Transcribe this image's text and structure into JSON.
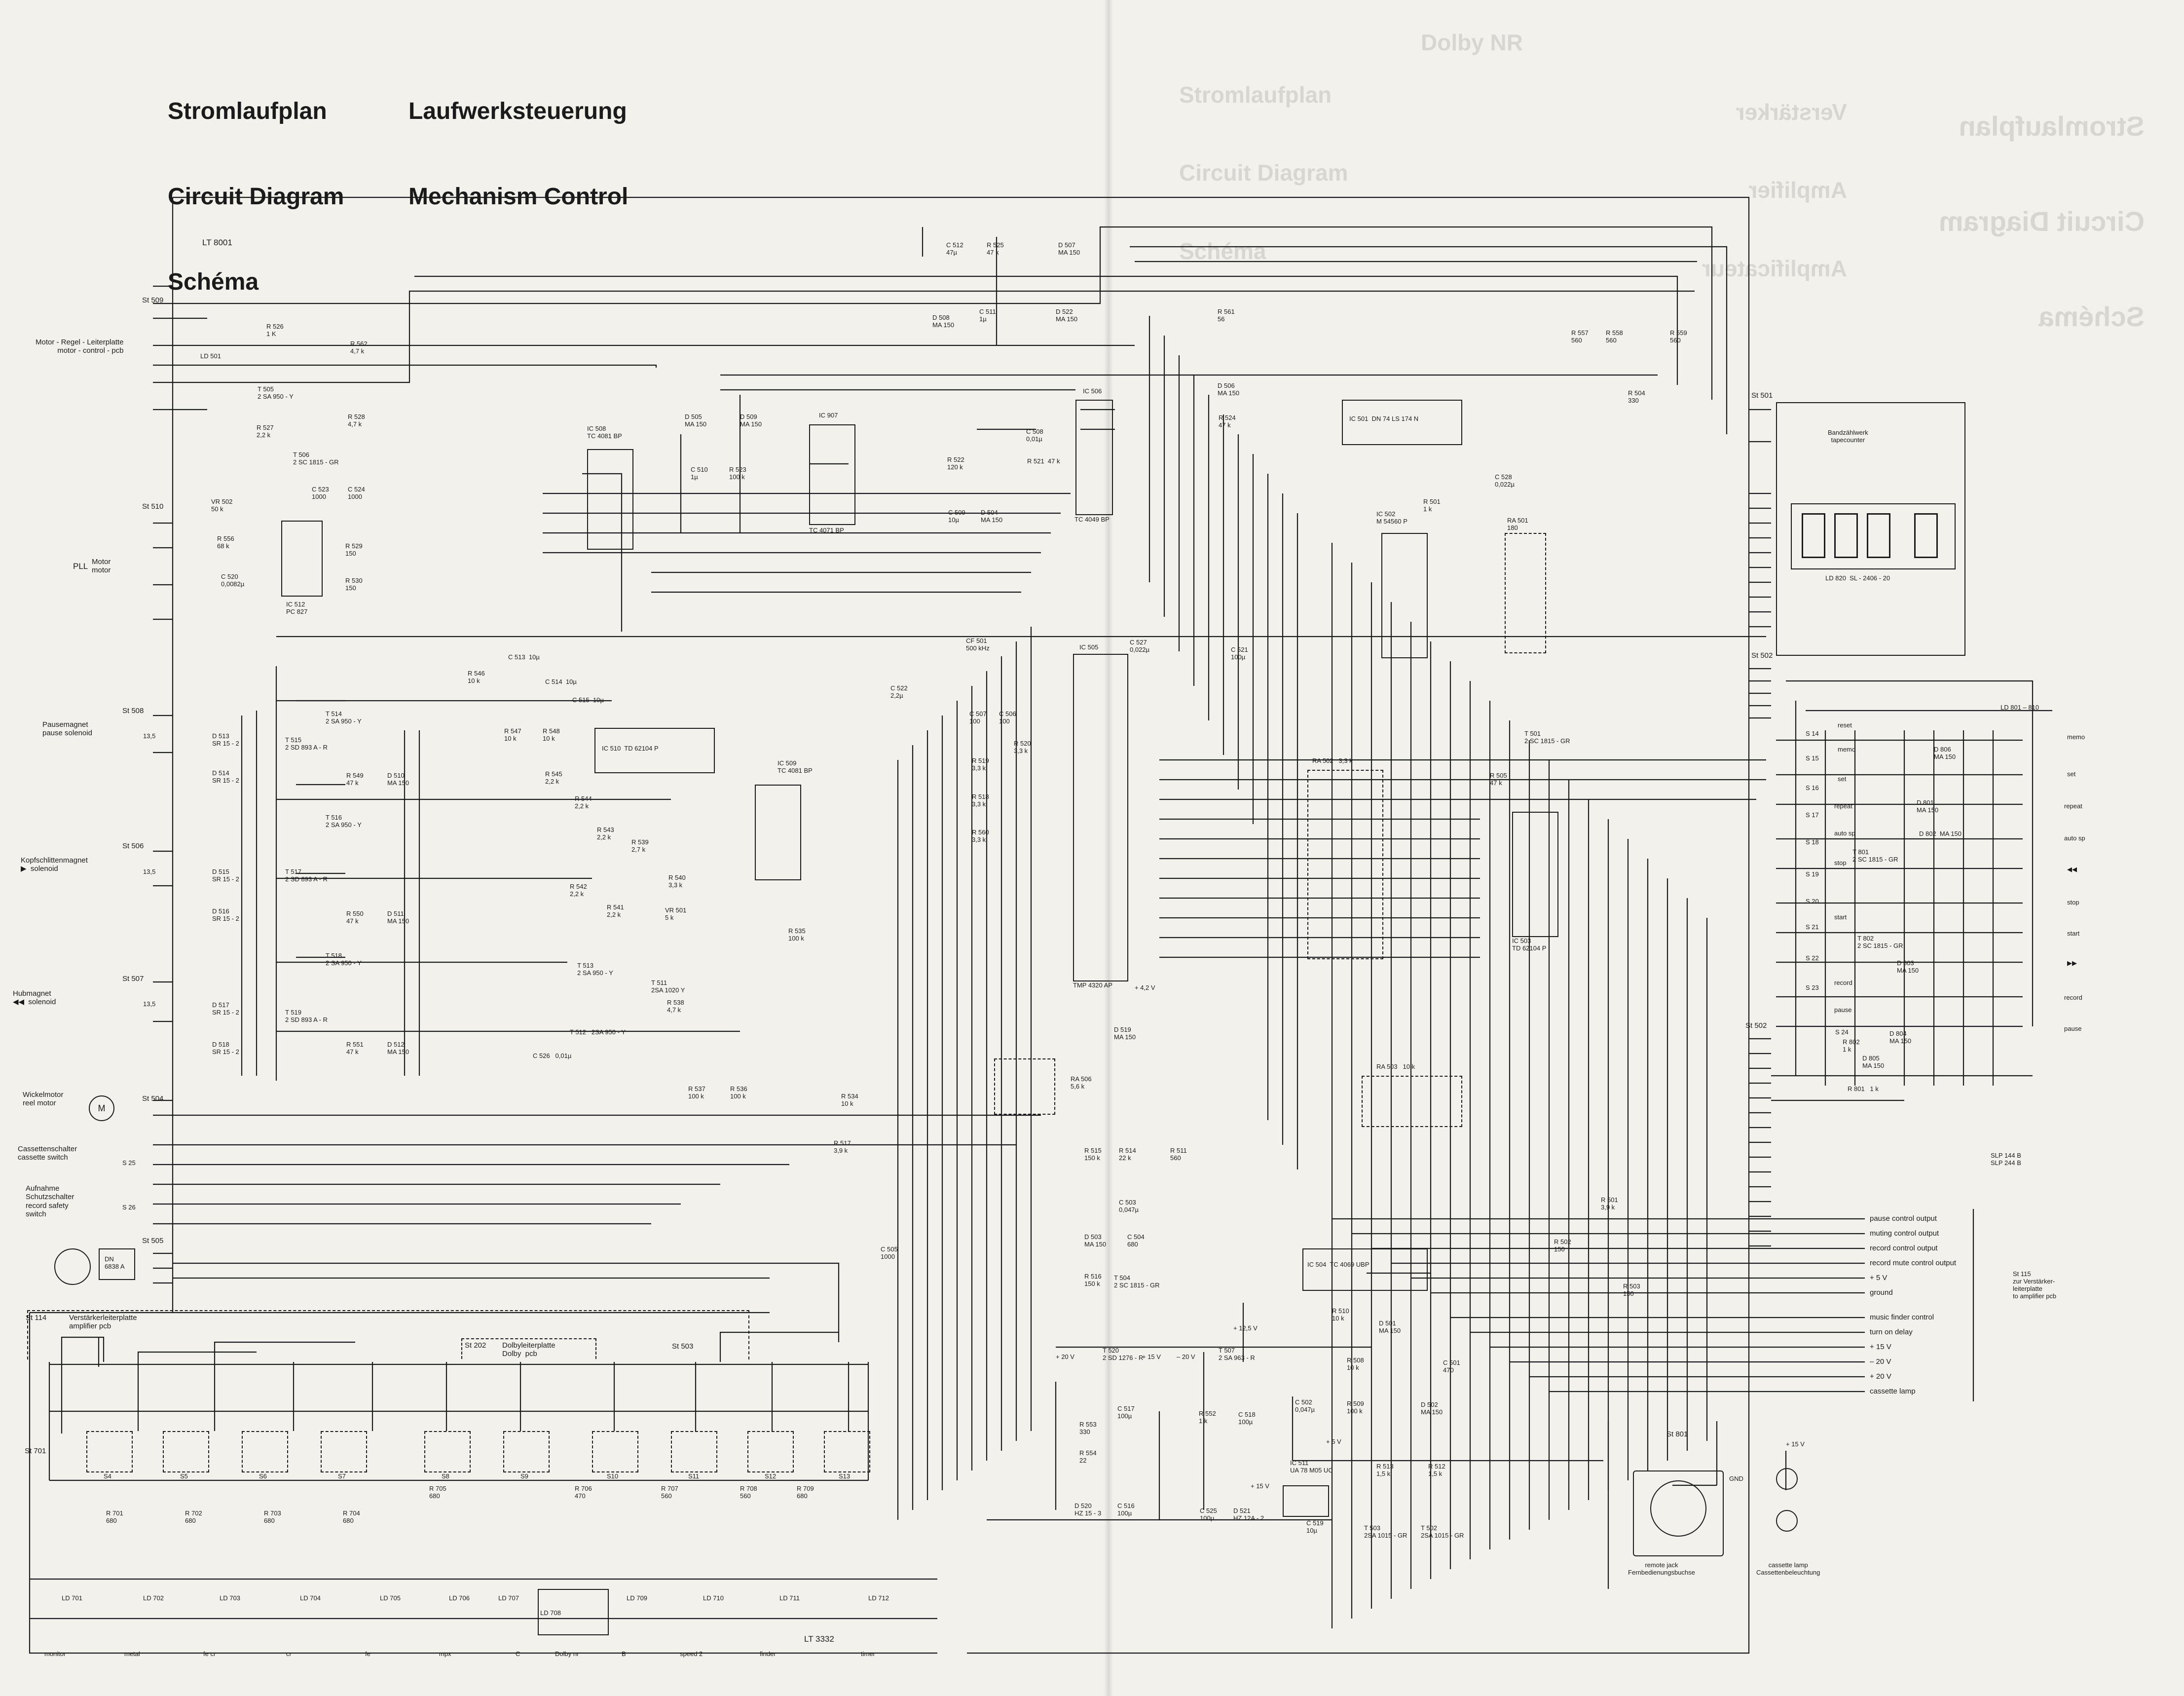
{
  "left_titles": [
    "Stromlaufplan",
    "Circuit Diagram",
    "Schéma"
  ],
  "left_subtitles": [
    "Laufwerksteuerung",
    "Mechanism Control"
  ],
  "right_titles": [
    "Stromlaufplan",
    "Circuit Diagram",
    "Schéma"
  ],
  "right_mid": [
    "Verstärker",
    "Amplifier",
    "Amplificateur"
  ],
  "right_faint": [
    "Stromlaufplan",
    "Circuit Diagram",
    "Schéma"
  ],
  "right_dolby": "Dolby NR",
  "board_main": "LT 8001",
  "board_leds": "LT 3332",
  "connectors": {
    "st509": "St 509",
    "st510": "St 510",
    "st508": "St 508",
    "st506": "St 506",
    "st507": "St 507",
    "st504": "St 504",
    "st505": "St 505",
    "st501": "St 501",
    "st502a": "St 502",
    "st502b": "St 502",
    "st503": "St 503",
    "st701": "St 701",
    "st801": "St 801",
    "st114": "St 114",
    "st202": "St 202",
    "st115": "St 115"
  },
  "left_labels": {
    "motor_pcb": "Motor - Regel - Leiterplatte\nmotor - control - pcb",
    "pll": "PLL",
    "motor": "Motor\nmotor",
    "pause": "Pausemagnet\npause solenoid",
    "kopf": "Kopfschlittenmagnet\n▶  solenoid",
    "hub": "Hubmagnet\n◀◀  solenoid",
    "wickel": "Wickelmotor\nreel motor",
    "cassette_sw": "Cassettenschalter\ncassette switch",
    "record_sw": "Aufnahme\nSchutzschalter\nrecord safety\nswitch",
    "amp_pcb": "Verstärkerleiterplatte\namplifier pcb",
    "dolby_pcb": "Dolbyleiterplatte\nDolby  pcb"
  },
  "ics": {
    "ic508": "IC 508\nTC 4081 BP",
    "ic907": "IC 907",
    "ic907b": "TC 4071 BP",
    "ic506": "IC 506",
    "ic506b": "TC 4049 BP",
    "ic501": "IC 501  DN 74 LS 174 N",
    "ic502": "IC 502\nM 54560 P",
    "ic512": "IC 512\nPC 827",
    "ic510": "IC 510  TD 62104 P",
    "ic509": "IC 509\nTC 4081 BP",
    "ic505": "IC 505",
    "ic505b": "TMP 4320 AP",
    "ic503": "IC 503\nTD 62104 P",
    "ic504": "IC 504  TC 4069 UBP",
    "ic511": "IC 511\nUA 78 M05 UC"
  },
  "tapecounter": "Bandzählwerk\ntapecounter",
  "ld820": "LD 820  SL - 2406 - 20",
  "ld801": "LD 801 – 810",
  "slp": "SLP 144 B\nSLP 244 B",
  "switch_labels": [
    "reset",
    "memo",
    "set",
    "repeat",
    "auto sp",
    "stop",
    "start",
    "record",
    "pause"
  ],
  "led_labels_right": [
    "memo",
    "set",
    "repeat",
    "auto sp",
    "◀◀",
    "stop",
    "start",
    "▶▶",
    "record",
    "pause"
  ],
  "outputs": [
    "pause control output",
    "muting control output",
    "record control output",
    "record mute control output",
    "+ 5 V",
    "ground"
  ],
  "outputs2": [
    "music finder control",
    "turn on delay",
    "+ 15 V",
    "– 20 V",
    "+ 20 V",
    "cassette lamp"
  ],
  "st115_label": "St 115\nzur Verstärker-\nleiterplatte\nto amplifier pcb",
  "remote": "remote jack\nFernbedienungsbuchse",
  "lamp": "cassette lamp\nCassettenbeleuchtung",
  "bottom_labels": [
    "monitor",
    "metal",
    "fe cr",
    "cr",
    "fe",
    "mpx",
    "C",
    "Dolby nr",
    "B",
    "speed 2",
    "finder",
    "timer"
  ],
  "switch_names": [
    "S4",
    "S5",
    "S6",
    "S7",
    "S8",
    "S9",
    "S10",
    "S11",
    "S12",
    "S13"
  ],
  "bottom_resistors": [
    "R 701\n680",
    "R 702\n680",
    "R 703\n680",
    "R 704\n680",
    "R 705\n680",
    "R 706\n470",
    "R 707\n560",
    "R 708\n560",
    "R 709\n680"
  ],
  "bottom_leds": [
    "LD 701",
    "LD 702",
    "LD 703",
    "LD 704",
    "LD 705",
    "LD 706",
    "LD 707",
    "LD 708",
    "LD 709",
    "LD 710",
    "LD 711",
    "LD 712"
  ],
  "components_top": {
    "c512": "C 512\n47µ",
    "r525": "R 525\n47 k",
    "d507": "D 507\nMA 150",
    "d508": "D 508\nMA 150",
    "c511": "C 511\n1µ",
    "d522": "D 522\nMA 150",
    "r561": "R 561\n56",
    "r557": "R 557\n560",
    "r558": "R 558\n560",
    "r559": "R 559\n560",
    "r504": "R 504\n330",
    "d506": "D 506\nMA 150",
    "r524": "R 524\n47 k",
    "d505": "D 505\nMA 150",
    "d509": "D 509\nMA 150",
    "c510": "C 510\n1µ",
    "r523": "R 523\n100 k",
    "r522": "R 522\n120 k",
    "c509": "C 509\n10µ",
    "d504": "D 504\nMA 150",
    "c508": "C 508\n0,01µ",
    "r521": "R 521  47 k",
    "c528": "C 528\n0,022µ",
    "r501": "R 501\n1 k",
    "ra501": "RA 501\n180",
    "c521": "C 521\n100µ"
  },
  "components_mid": {
    "r526": "R 526\n1 K",
    "ld501": "LD 501",
    "r562": "R 562\n4,7 k",
    "t505": "T 505\n2 SA 950 - Y",
    "r527": "R 527\n2,2 k",
    "r528": "R 528\n4,7 k",
    "t506": "T 506\n2 SC 1815 - GR",
    "vr502": "VR 502\n50 k",
    "r556": "R 556\n68 k",
    "c520": "C 520\n0,0082µ",
    "c523": "C 523\n1000",
    "c524": "C 524\n1000",
    "r529": "R 529\n150",
    "r530": "R 530\n150",
    "c513": "C 513  10µ",
    "r546": "R 546\n10 k",
    "c514": "C 514  10µ",
    "c515": "C 515  10µ",
    "r547": "R 547\n10 k",
    "r548": "R 548\n10 k",
    "r545": "R 545\n2,2 k",
    "r544": "R 544\n2,2 k",
    "r543": "R 543\n2,2 k",
    "r539": "R 539\n2,7 k",
    "r540": "R 540\n3,3 k",
    "vr501": "VR 501\n5 k",
    "r542": "R 542\n2,2 k",
    "r541": "R 541\n2,2 k",
    "t513": "T 513\n2 SA 950 - Y",
    "t511": "T 511\n2SA 1020 Y",
    "r538": "R 538\n4,7 k",
    "t512": "T 512   2SA 950 - Y",
    "c526": "C 526   0,01µ",
    "r537": "R 537\n100 k",
    "r536": "R 536\n100 k",
    "r535": "R 535\n100 k",
    "r534": "R 534\n10 k",
    "r517": "R 517\n3,9 k",
    "c505": "C 505\n1000",
    "cf501": "CF 501\n500 kHz",
    "c522": "C 522\n2,2µ",
    "c507": "C 507\n100",
    "c506": "C 506\n100",
    "r520": "R 520\n3,3 k",
    "r519": "R 519\n3,3 k",
    "r518": "R 518\n3,3 k",
    "r560": "R 560\n3,3 k",
    "c527": "C 527\n0,022µ",
    "ra502": "RA 502   3,3 k",
    "ra506": "RA 506\n5,6 k",
    "ra503": "RA 503   10 k",
    "d519": "D 519\nMA 150",
    "v42": "+ 4,2 V",
    "r505": "R 505\n47 k",
    "t501": "T 501\n2 SC 1815 - GR",
    "t514": "T 514\n2 SA 950 - Y",
    "t515": "T 515\n2 SD 893 A - R",
    "t516": "T 516\n2 SA 950 - Y",
    "t517": "T 517\n2 SD 893 A - R",
    "t518": "T 518\n2 SA 950 - Y",
    "t519": "T 519\n2 SD 893 A - R",
    "d513": "D 513\nSR 15 - 2",
    "d514": "D 514\nSR 15 - 2",
    "d515": "D 515\nSR 15 - 2",
    "d516": "D 516\nSR 15 - 2",
    "d517": "D 517\nSR 15 - 2",
    "d518": "D 518\nSR 15 - 2",
    "r549": "R 549\n47 k",
    "d510": "D 510\nMA 150",
    "r550": "R 550\n47 k",
    "d511": "D 511\nMA 150",
    "r551": "R 551\n47 k",
    "d512": "D 512\nMA 150",
    "ohm135": "13,5"
  },
  "components_bottom": {
    "r515": "R 515\n150 k",
    "r514": "R 514\n22 k",
    "r511": "R 511\n560",
    "c503": "C 503\n0,047µ",
    "d503": "D 503\nMA 150",
    "c504": "C 504\n680",
    "r516": "R 516\n150 k",
    "t504": "T 504\n2 SC 1815 - GR",
    "r501b": "R 501\n3,9 k",
    "r502": "R 502\n150",
    "r503": "R 503\n150",
    "r510": "R 510\n10 k",
    "d501": "D 501\nMA 150",
    "r508": "R 508\n10 k",
    "c501": "C 501\n470",
    "c502": "C 502\n0,047µ",
    "r509": "R 509\n100 k",
    "d502": "D 502\nMA 150",
    "t520": "T 520\n2 SD 1276 - R",
    "t507": "T 507\n2 SA 963 - R",
    "v125": "+ 12,5 V",
    "p20v": "+ 20 V",
    "p15v": "+ 15 V",
    "m20v": "– 20 V",
    "r552": "R 552\n1 k",
    "c517": "C 517\n100µ",
    "c518": "C 518\n100µ",
    "r553": "R 553\n330",
    "r554": "R 554\n22",
    "d520": "D 520\nHZ 15 - 3",
    "c516": "C 516\n100µ",
    "c525": "C 525\n100µ",
    "d521": "D 521\nHZ 12A - 2",
    "p15v2": "+ 15 V",
    "c519": "C 519\n10µ",
    "p5v": "+ 5 V",
    "r513": "R 513\n1,5 k",
    "r512": "R 512\n1,5 k",
    "t503": "T 503\n2SA 1015 - GR",
    "t502": "T 502\n2SA 1015 - GR",
    "gnd": "GND",
    "p15v3": "+ 15 V",
    "dn": "DN\n6838 A",
    "s14": "S 14",
    "s15": "S 15",
    "s16": "S 16",
    "s17": "S 17",
    "s18": "S 18",
    "s19": "S 19",
    "s20": "S 20",
    "s21": "S 21",
    "s22": "S 22",
    "s23": "S 23",
    "s24": "S 24",
    "s25": "S 25",
    "s26": "S 26",
    "d806": "D 806\nMA 150",
    "d801": "D 801\nMA 150",
    "d802": "D 802  MA 150",
    "t801": "T 801\n2 SC 1815 - GR",
    "t802": "T 802\n2 SC 1815 - GR",
    "d803": "D 803\nMA 150",
    "d804": "D 804\nMA 150",
    "d805": "D 805\nMA 150",
    "r802": "R 802\n1 k",
    "r801": "R 801   1 k"
  }
}
